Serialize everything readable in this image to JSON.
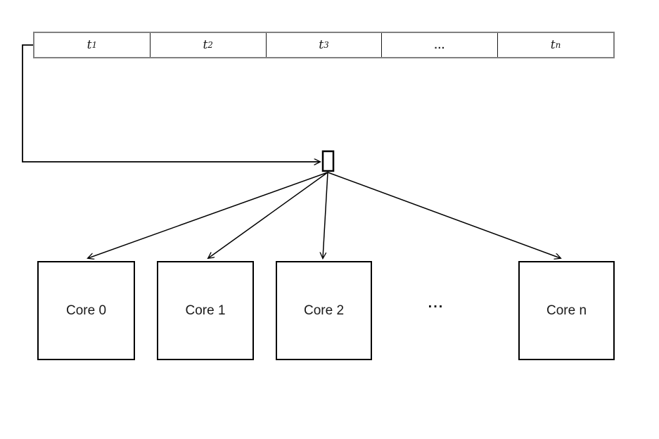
{
  "queue": {
    "cells": [
      {
        "base": "t",
        "sub": "1"
      },
      {
        "base": "t",
        "sub": "2"
      },
      {
        "base": "t",
        "sub": "3"
      },
      {
        "base": "...",
        "sub": ""
      },
      {
        "base": "t",
        "sub": "n"
      }
    ]
  },
  "cores": {
    "items": [
      {
        "label": "Core 0"
      },
      {
        "label": "Core 1"
      },
      {
        "label": "Core 2"
      },
      {
        "label": "Core n"
      }
    ],
    "ellipsis": "..."
  },
  "colors": {
    "background": "#ffffff",
    "line": "#000000",
    "table_border": "#808080",
    "table_divider": "#1a1a1a",
    "text": "#1a1a1a"
  }
}
